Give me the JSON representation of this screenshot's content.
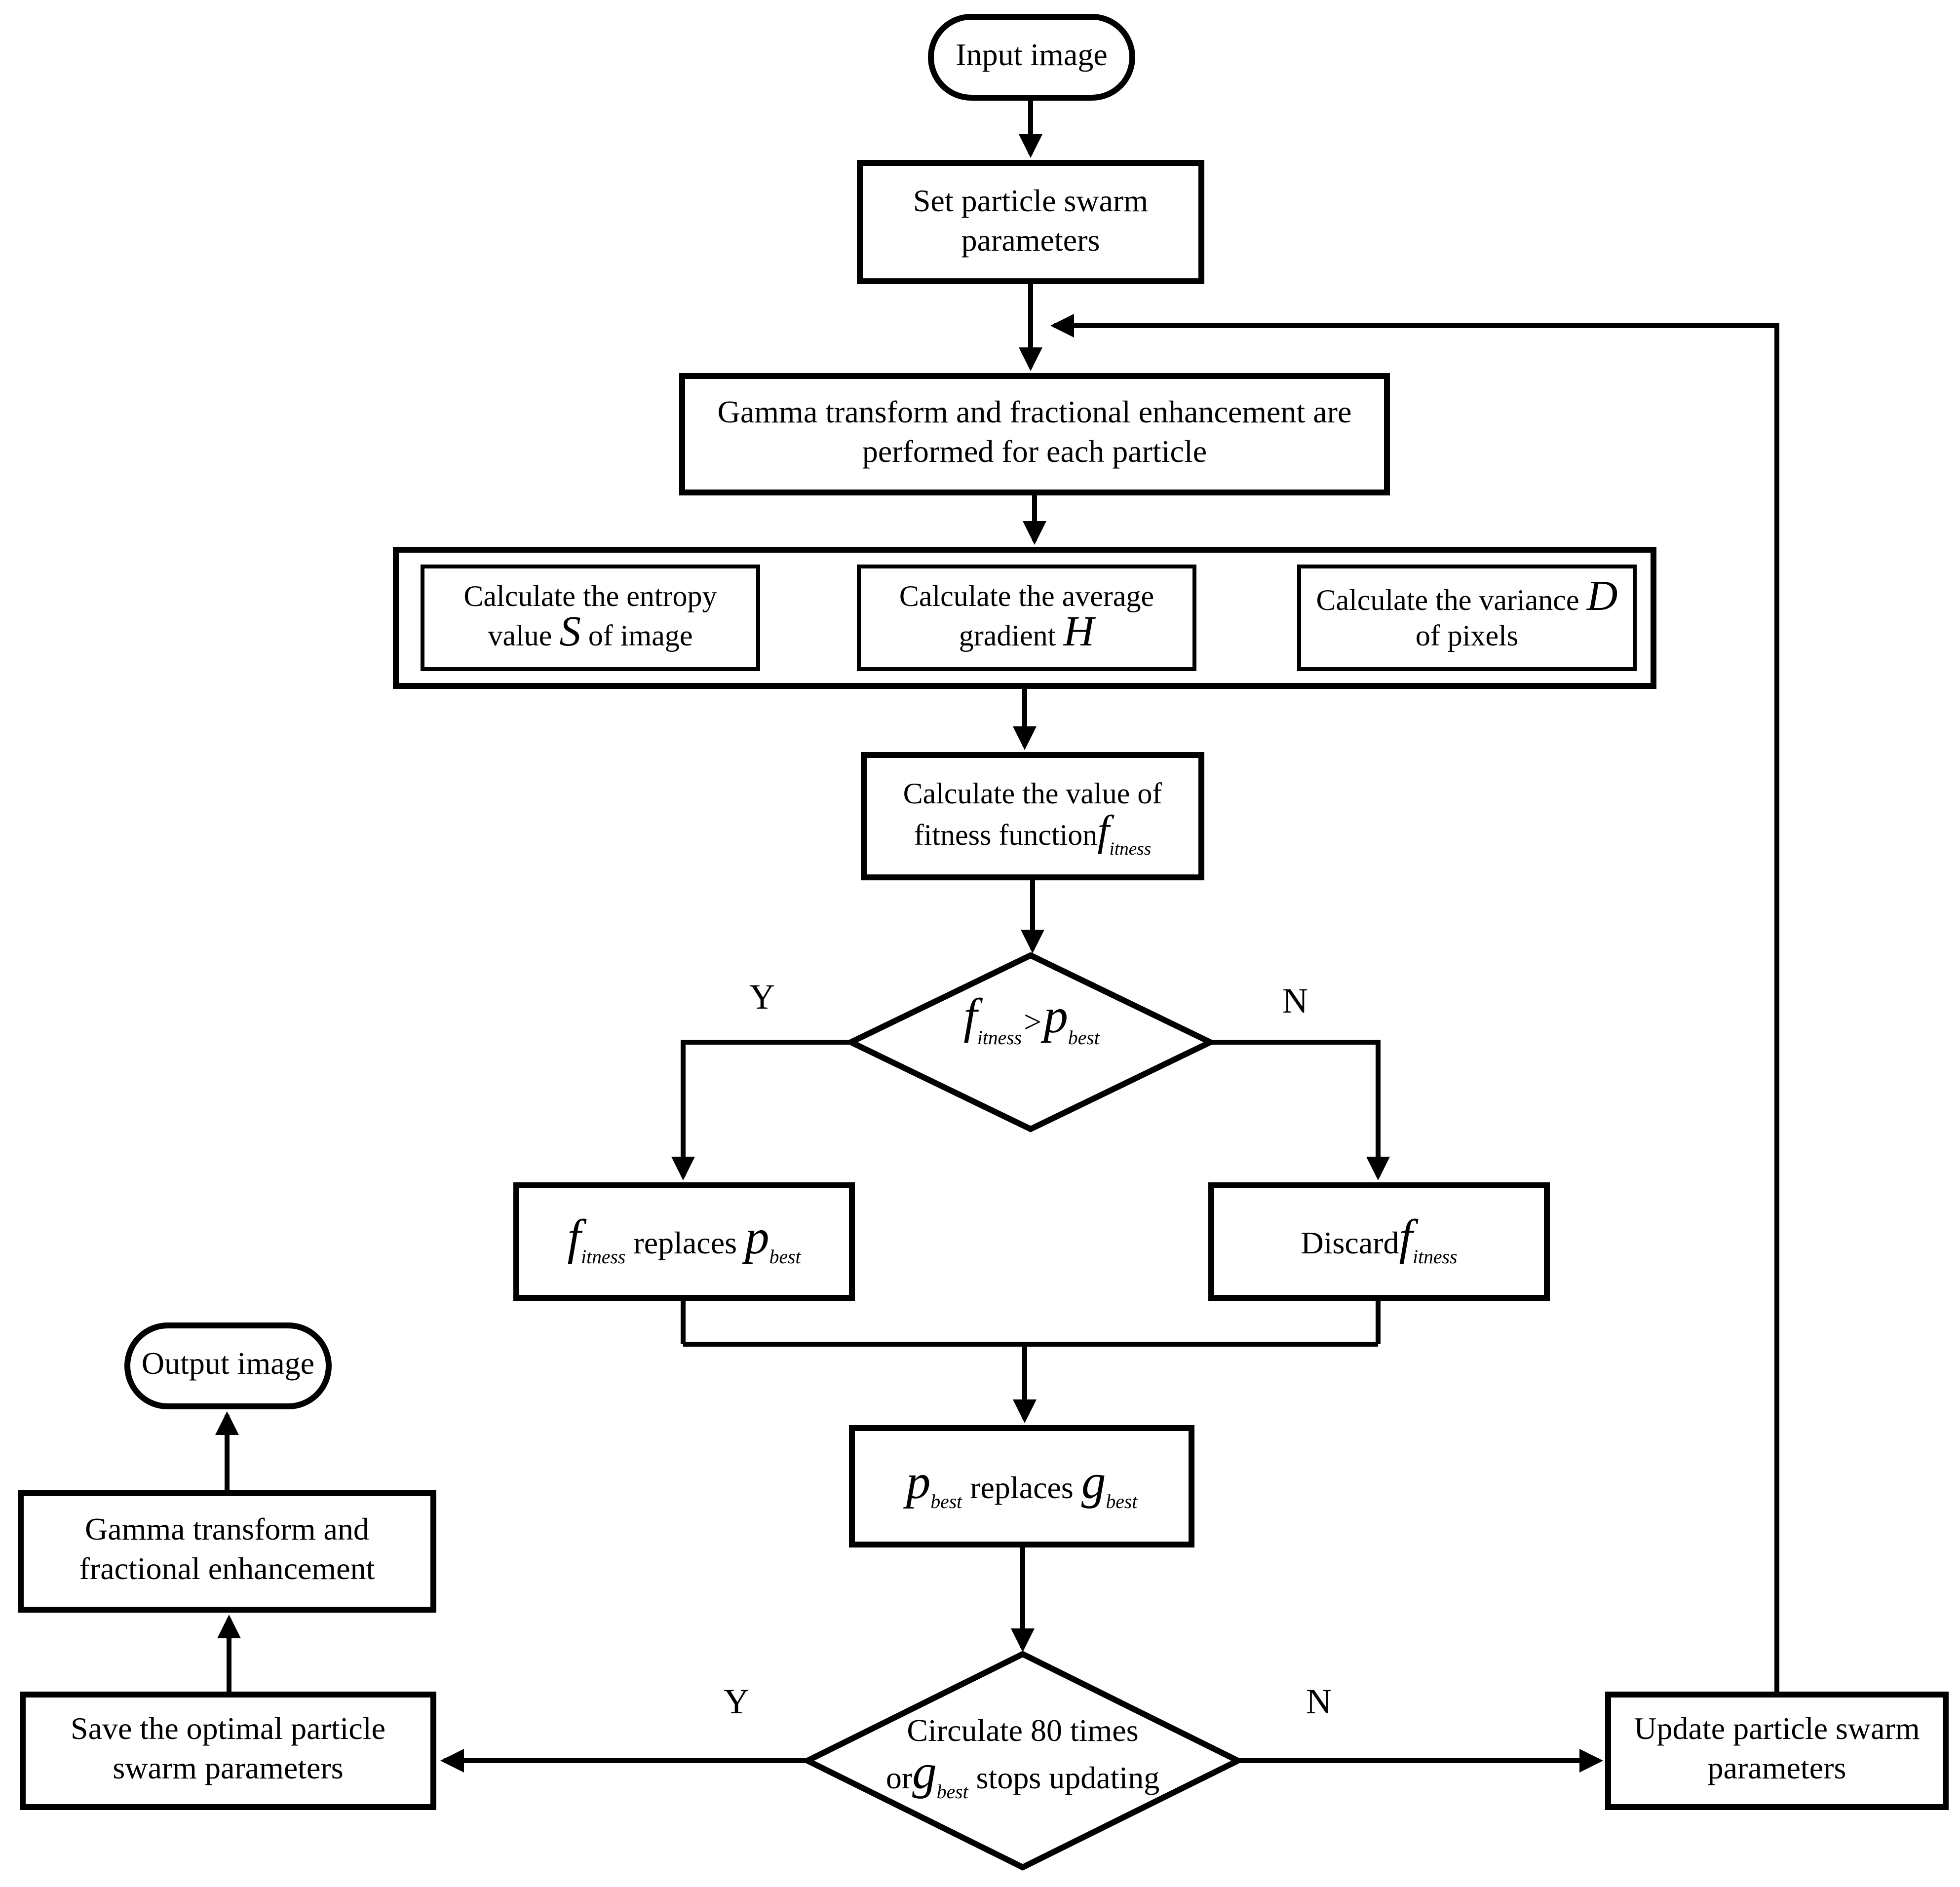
{
  "nodes": {
    "input_image": {
      "label": "Input image"
    },
    "set_params": {
      "label": "Set particle swarm parameters"
    },
    "gamma_particles": {
      "label": "Gamma transform and fractional enhancement are performed for each particle"
    },
    "entropy": {
      "t1": "Calculate the entropy value",
      "var": "S",
      "t2": "of image"
    },
    "gradient": {
      "t1": "Calculate the average gradient",
      "var": "H"
    },
    "variance": {
      "t1": "Calculate the variance",
      "var": "D",
      "t2": "of pixels"
    },
    "fitness": {
      "t1": "Calculate the value of fitness function",
      "var": "f",
      "sub": "itness"
    },
    "decision_fitness": {
      "var1": "f",
      "sub1": "itness",
      "op": ">",
      "var2": "p",
      "sub2": "best"
    },
    "replace_pbest": {
      "var1": "f",
      "sub1": "itness",
      "mid": "replaces",
      "var2": "p",
      "sub2": "best"
    },
    "discard_fitness": {
      "t1": "Discard",
      "var": "f",
      "sub": "itness"
    },
    "replace_gbest": {
      "var1": "p",
      "sub1": "best",
      "mid": "replaces",
      "var2": "g",
      "sub2": "best"
    },
    "decision_loop": {
      "line1": "Circulate 80 times",
      "t1": "or",
      "var": "g",
      "sub": "best",
      "t2": "stops updating"
    },
    "save_params": {
      "label": "Save the optimal particle swarm parameters"
    },
    "gamma_final": {
      "label": "Gamma transform and fractional enhancement"
    },
    "output_image": {
      "label": "Output image"
    },
    "update_params": {
      "label": "Update particle swarm parameters"
    }
  },
  "branch_labels": {
    "d1_yes": "Y",
    "d1_no": "N",
    "d2_yes": "Y",
    "d2_no": "N"
  },
  "colors": {
    "line": "#000000",
    "background": "#ffffff"
  }
}
